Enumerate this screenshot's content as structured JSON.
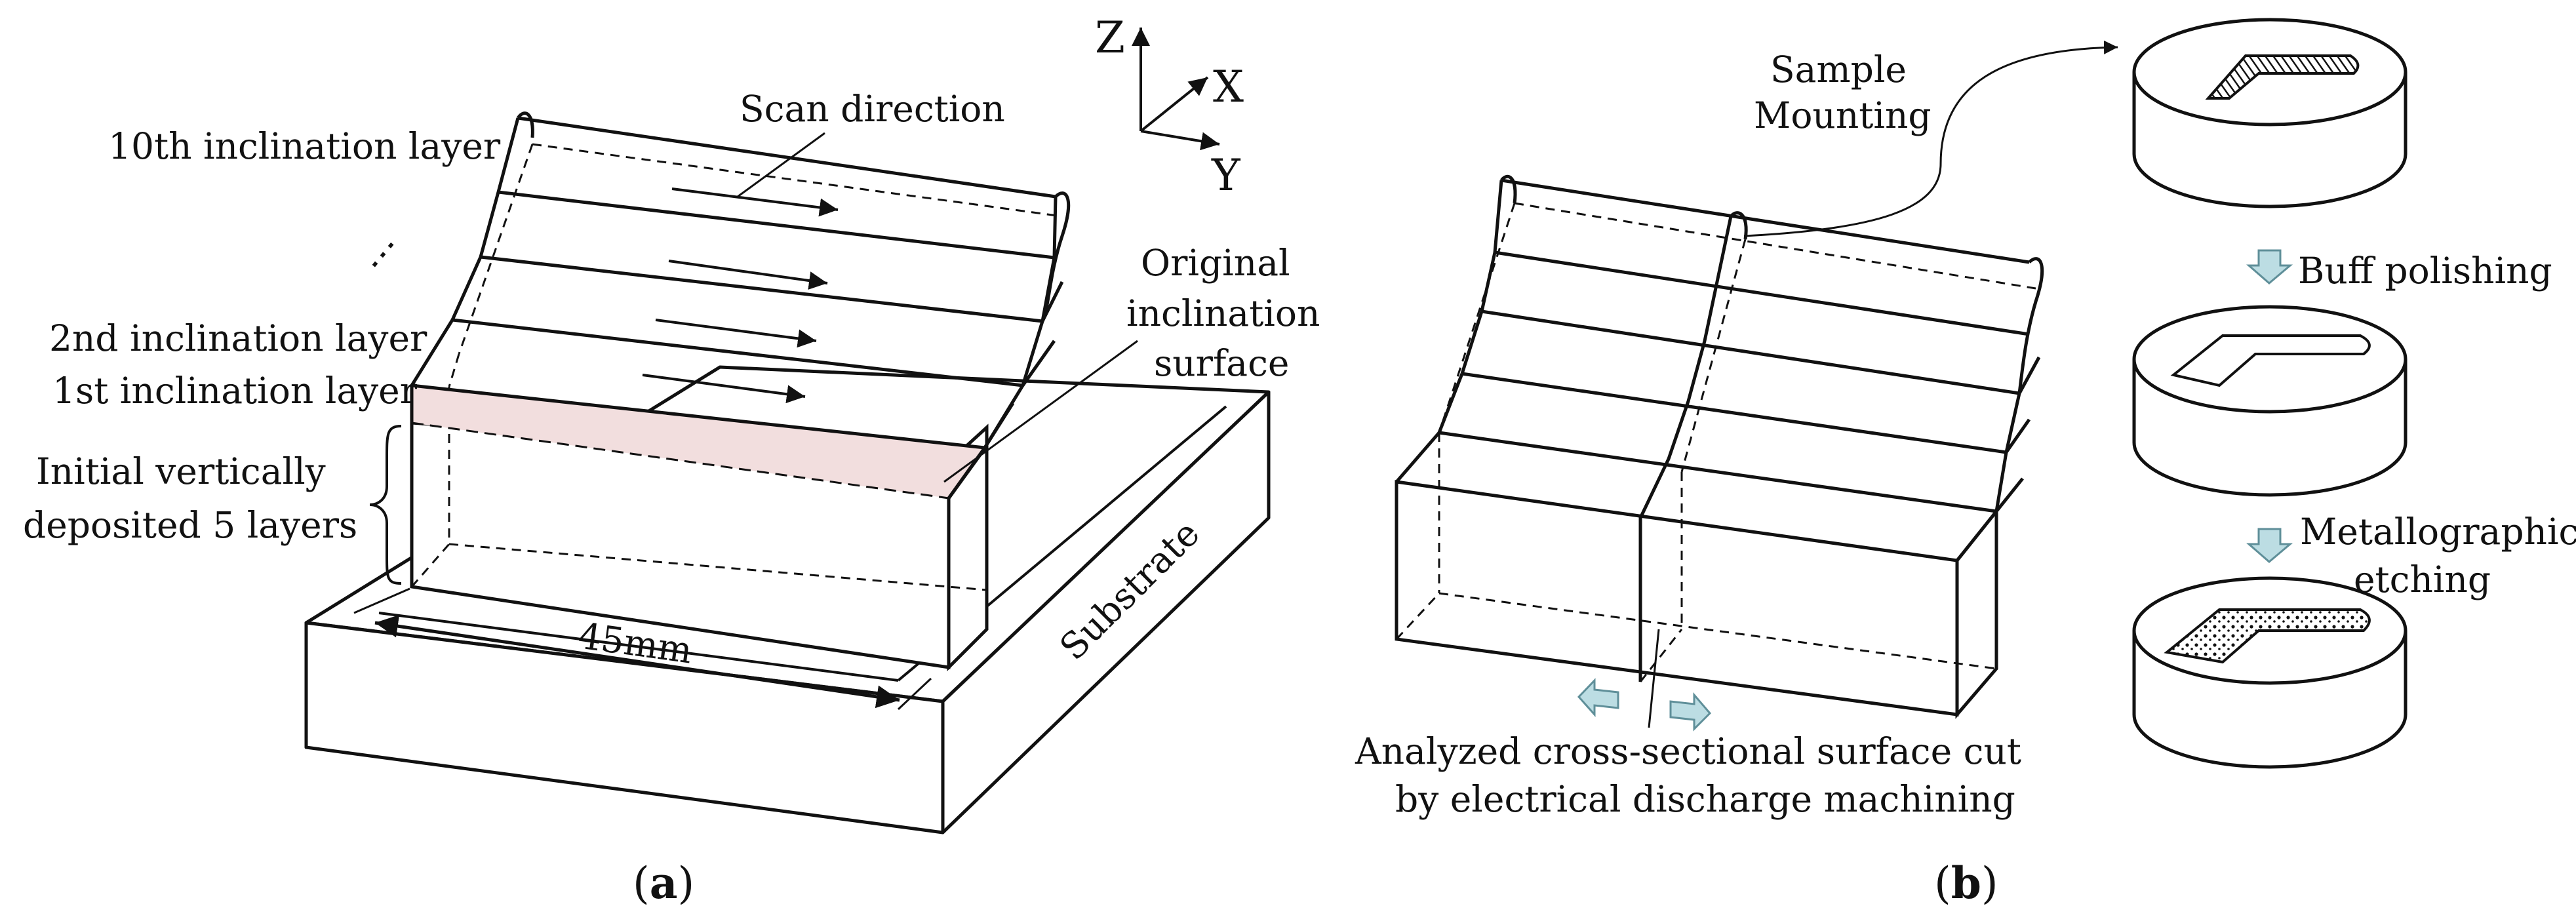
{
  "colors": {
    "stroke": "#111111",
    "highlight": "#f2dede",
    "arrow_fill": "#bcdde3",
    "arrow_stroke": "#5f8f99",
    "background": "#ffffff"
  },
  "panel_a": {
    "caption_open": "(",
    "caption_letter": "a",
    "caption_close": ")",
    "axes": {
      "z": "Z",
      "x": "X",
      "y": "Y"
    },
    "scan_direction": "Scan direction",
    "layer_10": "10th inclination layer",
    "ellipsis": "⋮",
    "layer_2": "2nd inclination layer",
    "layer_1": "1st inclination layer",
    "initial_line1": "Initial vertically",
    "initial_line2": "deposited 5 layers",
    "original_line1": "Original",
    "original_line2": "inclination",
    "original_line3": "surface",
    "substrate": "Substrate",
    "dimension": "45mm"
  },
  "panel_b": {
    "caption_open": "(",
    "caption_letter": "b",
    "caption_close": ")",
    "sample_line1": "Sample",
    "sample_line2": "Mounting",
    "analyzed_line1": "Analyzed cross-sectional surface cut",
    "analyzed_line2": "by electrical discharge machining",
    "steps": [
      {
        "label_line1": "Buff polishing",
        "label_line2": ""
      },
      {
        "label_line1": "Metallographic",
        "label_line2": "etching"
      }
    ]
  }
}
